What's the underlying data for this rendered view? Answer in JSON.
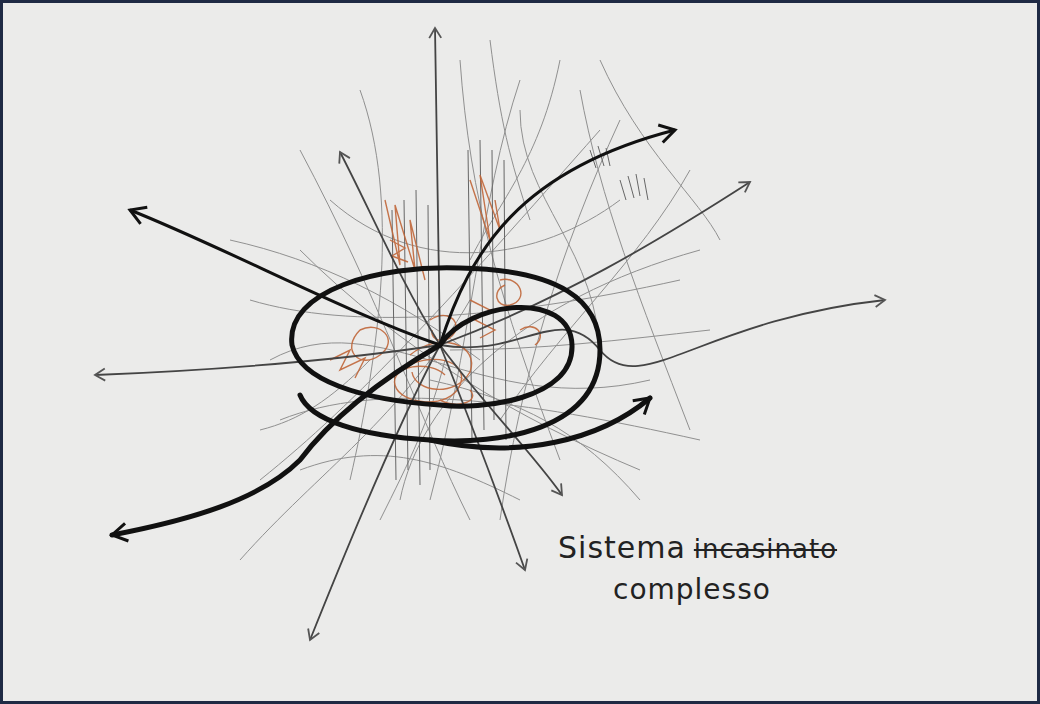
{
  "diagram": {
    "labels": [
      "Sistema",
      "incasinato",
      "complesso"
    ]
  }
}
